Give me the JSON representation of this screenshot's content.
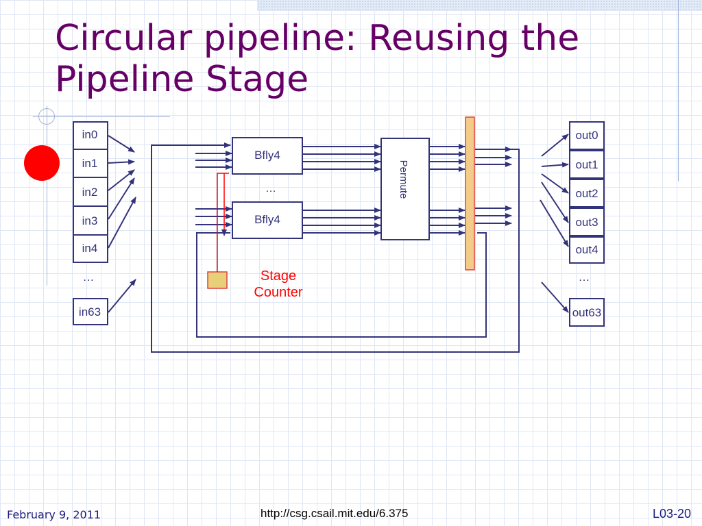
{
  "slide": {
    "title_line1": "Circular pipeline: Reusing the",
    "title_line2": "Pipeline Stage"
  },
  "diagram": {
    "inputs": [
      "in0",
      "in1",
      "in2",
      "in3",
      "in4",
      "in63"
    ],
    "outputs": [
      "out0",
      "out1",
      "out2",
      "out3",
      "out4",
      "out63"
    ],
    "input_ellipsis": "…",
    "output_ellipsis": "…",
    "stage_top": "Bfly4",
    "stage_bottom": "Bfly4",
    "stage_ellipsis": "…",
    "permute": "Permute",
    "stage_counter_line1": "Stage",
    "stage_counter_line2": "Counter"
  },
  "colors": {
    "title": "#660066",
    "lines": "#33337a",
    "counter": "#e8d078",
    "counter_wire": "#ff0000",
    "bullet": "#ff0000"
  },
  "footer": {
    "date": "February 9, 2011",
    "url": "http://csg.csail.mit.edu/6.375",
    "slide_number": "L03-20"
  }
}
